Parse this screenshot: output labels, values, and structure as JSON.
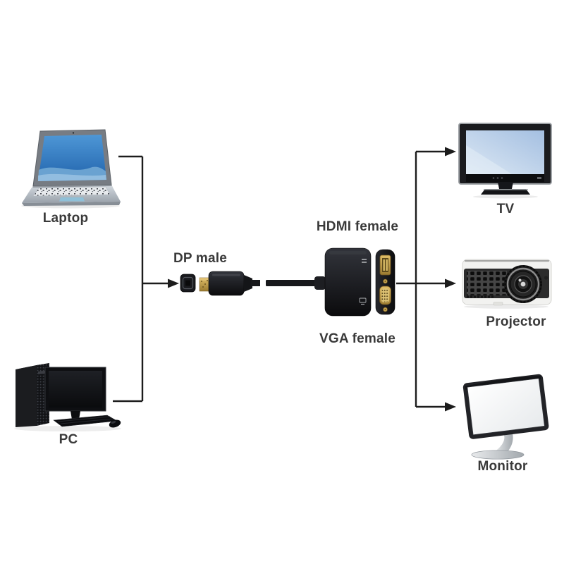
{
  "diagram": {
    "sources": [
      {
        "id": "laptop",
        "label": "Laptop"
      },
      {
        "id": "pc",
        "label": "PC"
      }
    ],
    "adapter": {
      "plug_label": "DP male",
      "ports": [
        {
          "id": "hdmi",
          "label": "HDMI female"
        },
        {
          "id": "vga",
          "label": "VGA female"
        }
      ]
    },
    "outputs": [
      {
        "id": "tv",
        "label": "TV"
      },
      {
        "id": "projector",
        "label": "Projector"
      },
      {
        "id": "monitor",
        "label": "Monitor"
      }
    ],
    "colors": {
      "line": "#1c1c1c",
      "label_text": "#3a3a3a",
      "gold": "#c2a04a",
      "laptop_screen_blue": "#2f74bf",
      "tv_screen_blue": "#b8cfe9",
      "device_black": "#141414",
      "silver": "#b9bfc5"
    }
  }
}
